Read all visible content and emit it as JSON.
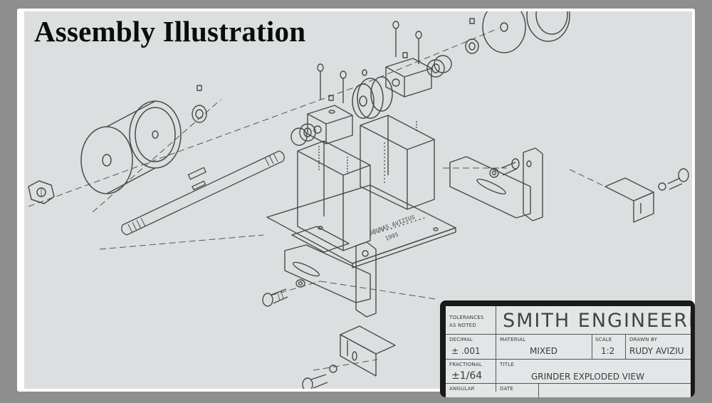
{
  "heading": "Assembly Illustration",
  "drawing": {
    "signature": "ARUNAS AVIZIUS",
    "year": "1995"
  },
  "title_block": {
    "tolerances_label_1": "TOLERANCES",
    "tolerances_label_2": "AS NOTED",
    "company": "SMITH ENGINEERIN",
    "decimal_label": "DECIMAL",
    "decimal_value": "± .001",
    "material_label": "MATERIAL",
    "material_value": "MIXED",
    "scale_label": "SCALE",
    "scale_value": "1:2",
    "drawn_by_label": "DRAWN BY",
    "drawn_by_value": "RUDY AVIZIU",
    "fractional_label": "FRACTIONAL",
    "fractional_value": "±1/64",
    "title_label": "TITLE",
    "title_value": "GRINDER EXPLODED VIEW",
    "angular_label": "ANGULAR",
    "date_label": "DATE"
  }
}
